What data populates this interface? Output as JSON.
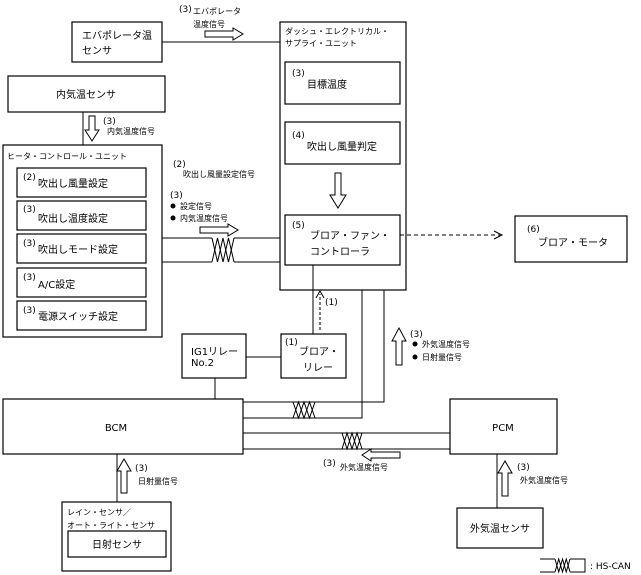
{
  "evap_sensor": {
    "line1": "エバポレータ温",
    "line2": "センサ"
  },
  "evap_signal": {
    "num": "(3)",
    "line1": "エバポレータ",
    "line2": "温度信号"
  },
  "deu": {
    "title1": "ダッシュ・エレクトリカル・",
    "title2": "サプライ・ユニット",
    "target": {
      "num": "(3)",
      "label": "目標温度"
    },
    "judge": {
      "num": "(4)",
      "label": "吹出し風量判定"
    },
    "controller": {
      "num": "(5)",
      "line1": "ブロア・ファン・",
      "line2": "コントローラ"
    }
  },
  "blower_motor": {
    "num": "(6)",
    "label": "ブロア・モータ"
  },
  "interior_sensor": {
    "label": "内気温センサ"
  },
  "interior_signal": {
    "num": "(3)",
    "label": "内気温度信号"
  },
  "hcu": {
    "title": "ヒータ・コントロール・ユニット",
    "items": [
      {
        "num": "(2)",
        "label": "吹出し風量設定"
      },
      {
        "num": "(3)",
        "label": "吹出し温度設定"
      },
      {
        "num": "(3)",
        "label": "吹出しモード設定"
      },
      {
        "num": "(3)",
        "label": "A/C設定"
      },
      {
        "num": "(3)",
        "label": "電源スイッチ設定"
      }
    ]
  },
  "fan_setting_signal": {
    "num": "(2)",
    "label": "吹出し風量設定信号"
  },
  "hcu_signals": {
    "num": "(3)",
    "items": [
      "設定信号",
      "内気温度信号"
    ]
  },
  "blower_relay_signal": {
    "num": "(1)"
  },
  "ig1_relay": {
    "line1": "IG1リレー",
    "line2": "No.2"
  },
  "blower_relay": {
    "num": "(1)",
    "line1": "ブロア・",
    "line2": "リレー"
  },
  "bcm_signals": {
    "num": "(3)",
    "items": [
      "外気温度信号",
      "日射量信号"
    ]
  },
  "bcm": {
    "label": "BCM"
  },
  "pcm": {
    "label": "PCM"
  },
  "pcm_signal": {
    "num": "(3)",
    "label": "外気温度信号"
  },
  "sunload_signal": {
    "num": "(3)",
    "label": "日射量信号"
  },
  "rain_sensor": {
    "line1": "レイン・センサ／",
    "line2": "オート・ライト・センサ",
    "inner": "日射センサ"
  },
  "ambient_signal": {
    "num": "(3)",
    "label": "外気温度信号"
  },
  "ambient_sensor": {
    "label": "外気温センサ"
  },
  "legend": {
    "label": ": HS-CAN"
  }
}
